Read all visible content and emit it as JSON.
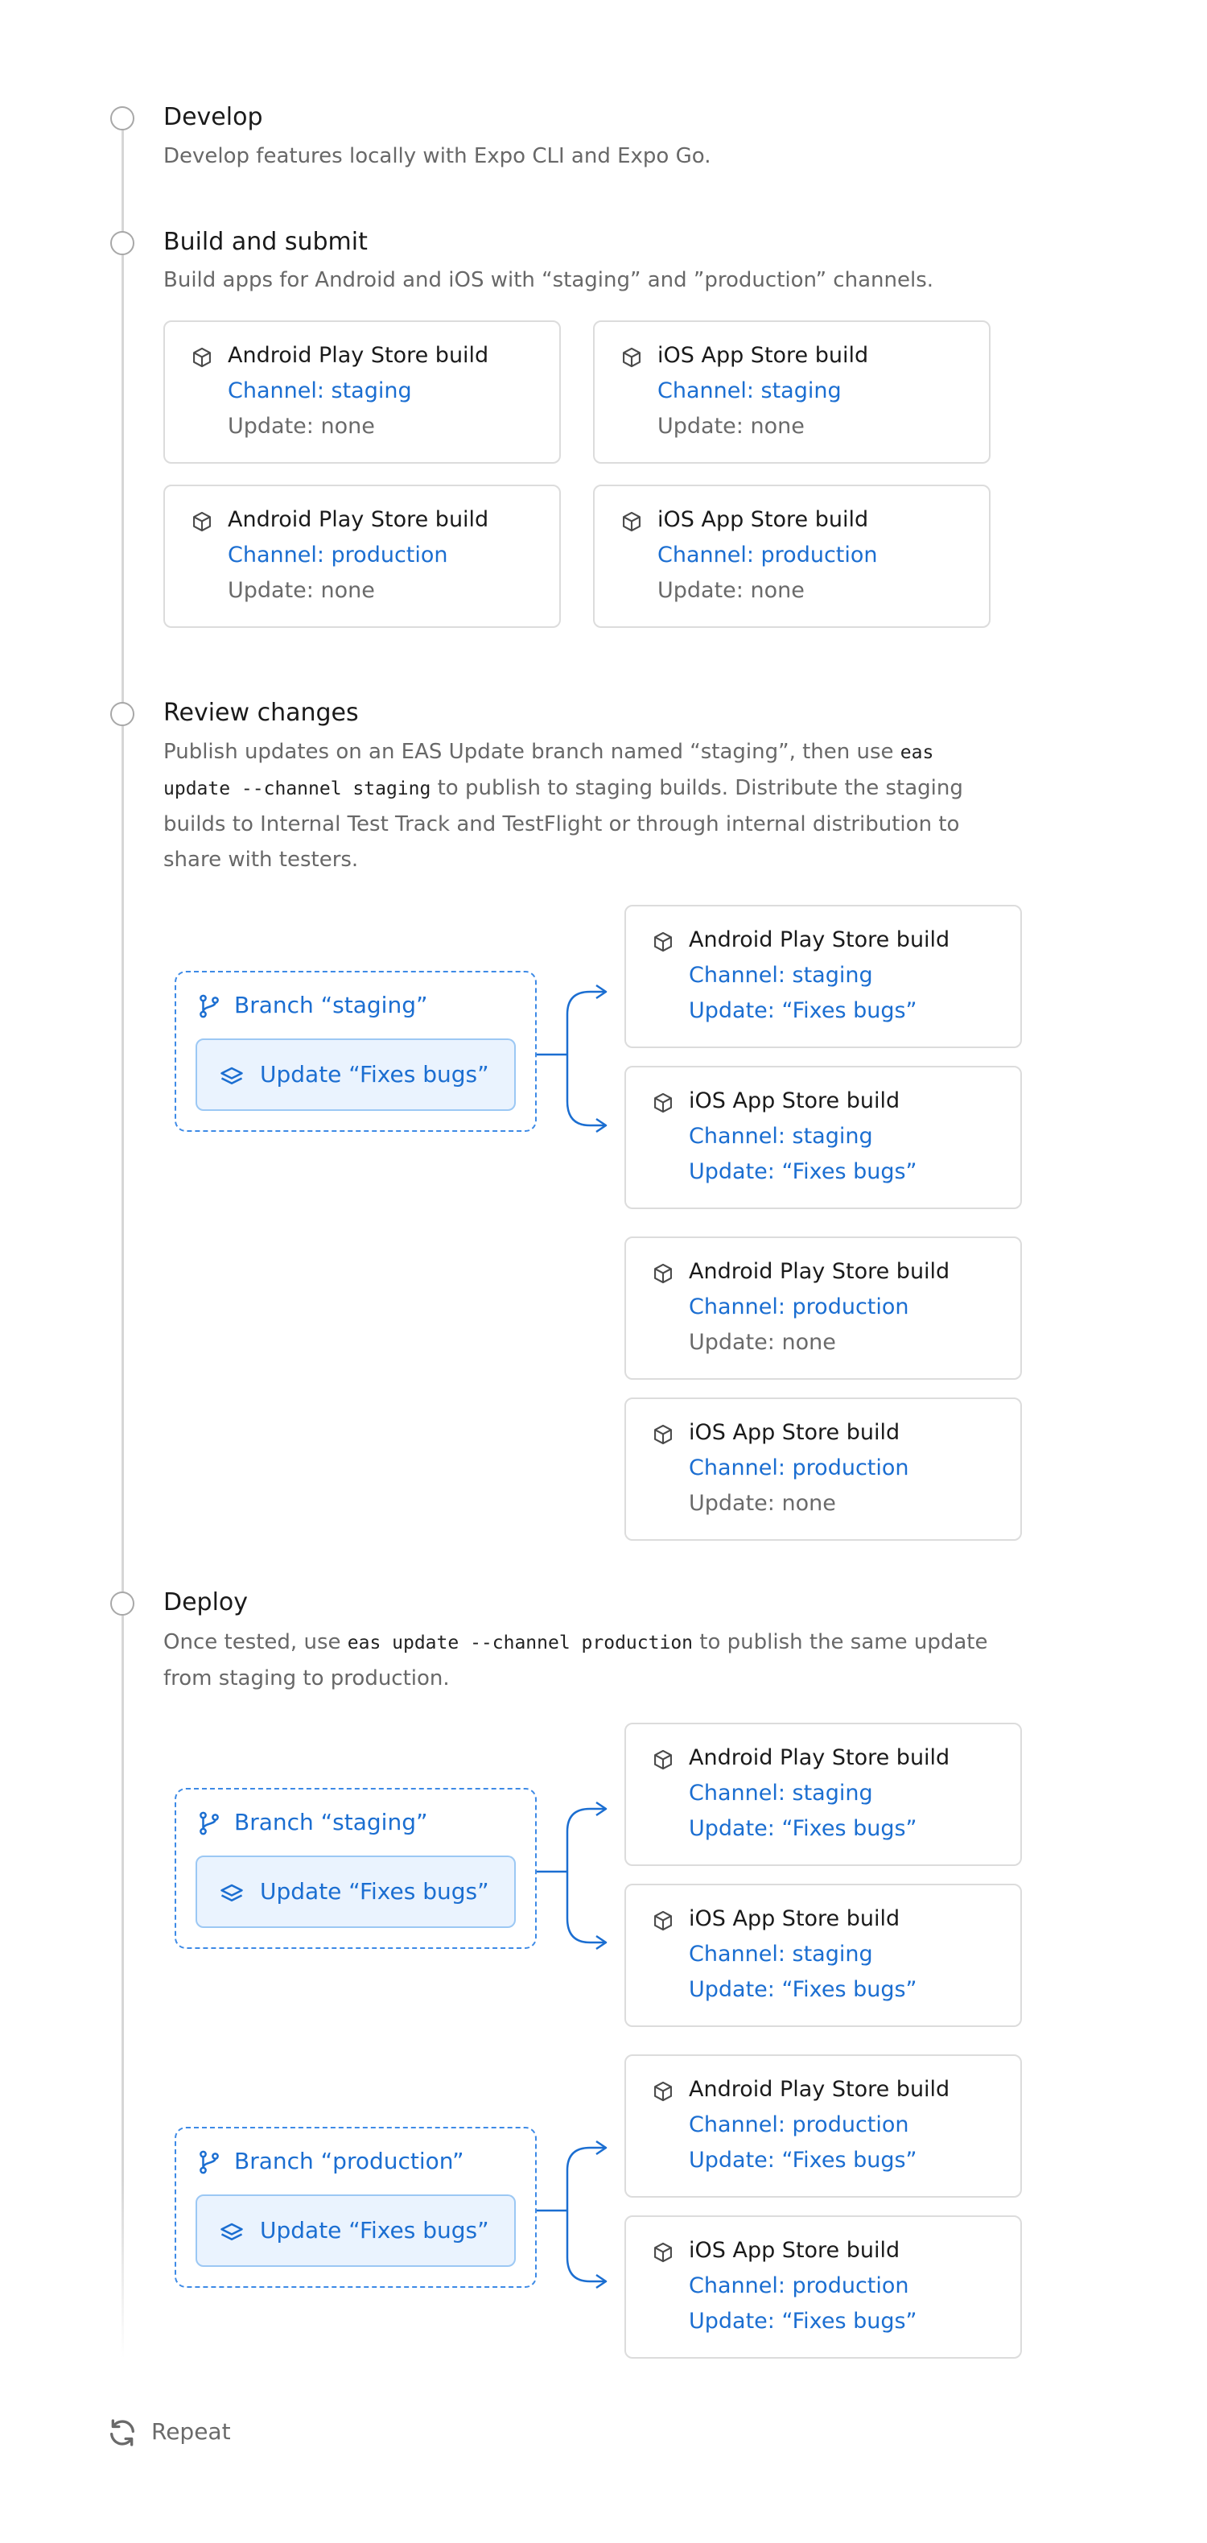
{
  "colors": {
    "accent": "#1b6ed1",
    "dashed_border": "#3d8ae6",
    "update_fill": "#eaf3fe",
    "text_muted": "#686868",
    "card_border": "#dcdcdc"
  },
  "icons": {
    "build": "cube-icon",
    "branch": "git-branch-icon",
    "update": "layers-icon",
    "repeat": "refresh-icon"
  },
  "steps": [
    {
      "title": "Develop",
      "desc": "Develop features locally with Expo CLI and Expo Go."
    },
    {
      "title": "Build and submit",
      "desc": "Build apps for Android and iOS with “staging” and ”production” channels."
    },
    {
      "title": "Review changes",
      "desc_l1_a": "Publish updates on an EAS Update branch named “staging”, then use ",
      "desc_l1_code": "eas",
      "desc_l2_code": "update --channel staging",
      "desc_l2_b": " to publish to staging builds. Distribute the staging",
      "desc_l3": "builds to Internal Test Track and TestFlight or through internal distribution to",
      "desc_l4": "share with testers."
    },
    {
      "title": "Deploy",
      "desc_l1_a": "Once tested, use ",
      "desc_l1_code": "eas update --channel production",
      "desc_l1_b": " to publish the same update",
      "desc_l2": "from staging to production."
    }
  ],
  "build_cards": {
    "build_submit": [
      {
        "name": "Android Play Store build",
        "channel": "Channel: staging",
        "update": "Update: none"
      },
      {
        "name": "iOS App Store build",
        "channel": "Channel: staging",
        "update": "Update: none"
      },
      {
        "name": "Android Play Store build",
        "channel": "Channel: production",
        "update": "Update: none"
      },
      {
        "name": "iOS App Store build",
        "channel": "Channel: production",
        "update": "Update: none"
      }
    ],
    "review": [
      {
        "name": "Android Play Store build",
        "channel": "Channel: staging",
        "update": "Update: “Fixes bugs”"
      },
      {
        "name": "iOS App Store build",
        "channel": "Channel: staging",
        "update": "Update: “Fixes bugs”"
      },
      {
        "name": "Android Play Store build",
        "channel": "Channel: production",
        "update": "Update: none"
      },
      {
        "name": "iOS App Store build",
        "channel": "Channel: production",
        "update": "Update: none"
      }
    ],
    "deploy": [
      {
        "name": "Android Play Store build",
        "channel": "Channel: staging",
        "update": "Update: “Fixes bugs”"
      },
      {
        "name": "iOS App Store build",
        "channel": "Channel: staging",
        "update": "Update: “Fixes bugs”"
      },
      {
        "name": "Android Play Store build",
        "channel": "Channel: production",
        "update": "Update: “Fixes bugs”"
      },
      {
        "name": "iOS App Store build",
        "channel": "Channel: production",
        "update": "Update: “Fixes bugs”"
      }
    ]
  },
  "branches": {
    "review_staging": {
      "label": "Branch “staging”",
      "update": "Update “Fixes bugs”"
    },
    "deploy_staging": {
      "label": "Branch “staging”",
      "update": "Update “Fixes bugs”"
    },
    "deploy_production": {
      "label": "Branch “production”",
      "update": "Update “Fixes bugs”"
    }
  },
  "repeat_label": "Repeat"
}
